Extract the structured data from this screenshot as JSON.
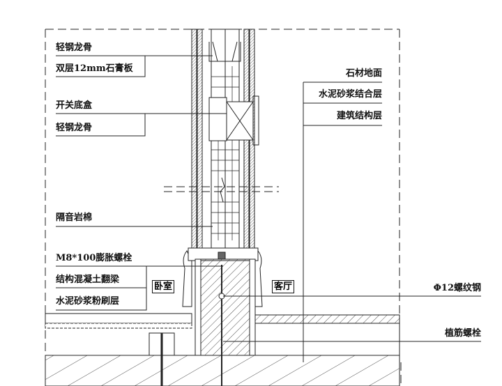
{
  "left_labels": {
    "light_steel_keel_1": "轻钢龙骨",
    "double_gypsum_board": "双层12mm石膏板",
    "switch_box": "开关底盒",
    "light_steel_keel_2": "轻钢龙骨",
    "soundproof_rockwool": "隔音岩棉",
    "expansion_bolt": "M8*100膨胀螺栓",
    "concrete_upturned_beam": "结构混凝土翻梁",
    "cement_mortar_plaster": "水泥砂浆粉刷层"
  },
  "right_labels": {
    "stone_floor": "石材地面",
    "cement_mortar_bond": "水泥砂浆结合层",
    "structural_layer": "建筑结构层",
    "rebar": "Φ12螺纹钢",
    "anchor_bolt": "植筋螺栓"
  },
  "rooms": {
    "bedroom": "卧室",
    "living_room": "客厅"
  }
}
